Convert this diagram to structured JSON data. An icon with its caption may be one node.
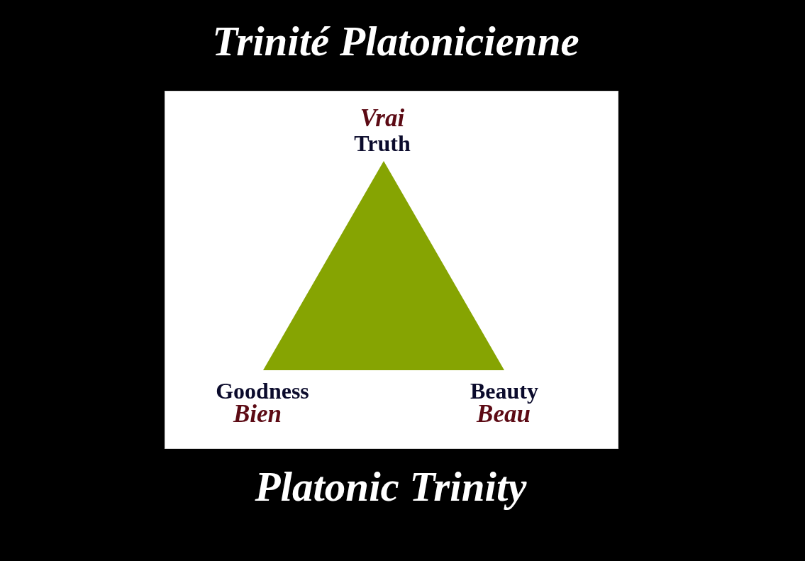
{
  "diagram": {
    "title": "Trinité Platonicienne",
    "caption": "Platonic Trinity",
    "nodes": [
      {
        "text": [],
        "shape": "triangle"
      }
    ],
    "labels": [
      "Vrai",
      "Truth",
      "Goodness",
      "Beauty",
      "Bien",
      "Beau"
    ]
  }
}
